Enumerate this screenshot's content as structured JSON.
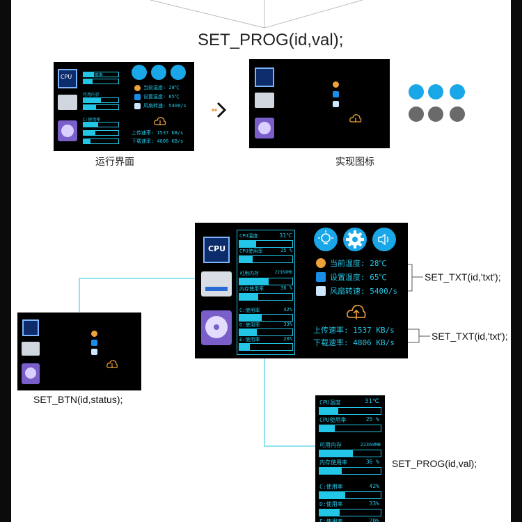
{
  "top_function": "SET_PROG(id,val);",
  "label_running": "运行界面",
  "label_icons": "实现图标",
  "set_btn": "SET_BTN(id,status);",
  "set_txt_1": "SET_TXT(id,'txt');",
  "set_txt_2": "SET_TXT(id,'txt');",
  "set_prog_bottom": "SET_PROG(id,val);",
  "cpu_chip_label": "CPU",
  "stats": {
    "cpu_temp_label": "CPU温度",
    "cpu_temp_value": "31℃",
    "cpu_usage_label": "CPU使用率",
    "cpu_usage_value": "25 %",
    "mem_avail_label": "可用内存",
    "mem_avail_value": "22369MB",
    "mem_usage_label": "内存使用率",
    "mem_usage_value": "36 %",
    "c_usage_label": "C:使用率",
    "c_usage_value": "42%",
    "d_usage_label": "D:使用率",
    "d_usage_value": "33%",
    "e_usage_label": "E:使用率",
    "e_usage_value": "20%"
  },
  "readouts": {
    "current_temp": "当前温度: 28℃",
    "set_temp": "设置温度: 65℃",
    "fan_speed": "风扇转速: 5400/s",
    "upload": "上传速率: 1537 KB/s",
    "download": "下载速率: 4806 KB/s"
  },
  "progress_fractions": {
    "cpu_temp": 0.31,
    "cpu_usage": 0.25,
    "mem_avail": 0.55,
    "mem_usage": 0.36,
    "c_usage": 0.42,
    "d_usage": 0.33,
    "e_usage": 0.2
  },
  "colors": {
    "cyan": "#23c6e6",
    "orange": "#f0a23a",
    "gray_icon": "#6a6a6a",
    "screen_bg": "#000000"
  },
  "icons": [
    "lightbulb-icon",
    "gear-icon",
    "speaker-icon",
    "thermometer-icon",
    "fan-icon",
    "cloud-upload-icon",
    "cpu-chip-icon",
    "ram-icon",
    "hard-disk-icon",
    "chevron-right-icon"
  ]
}
